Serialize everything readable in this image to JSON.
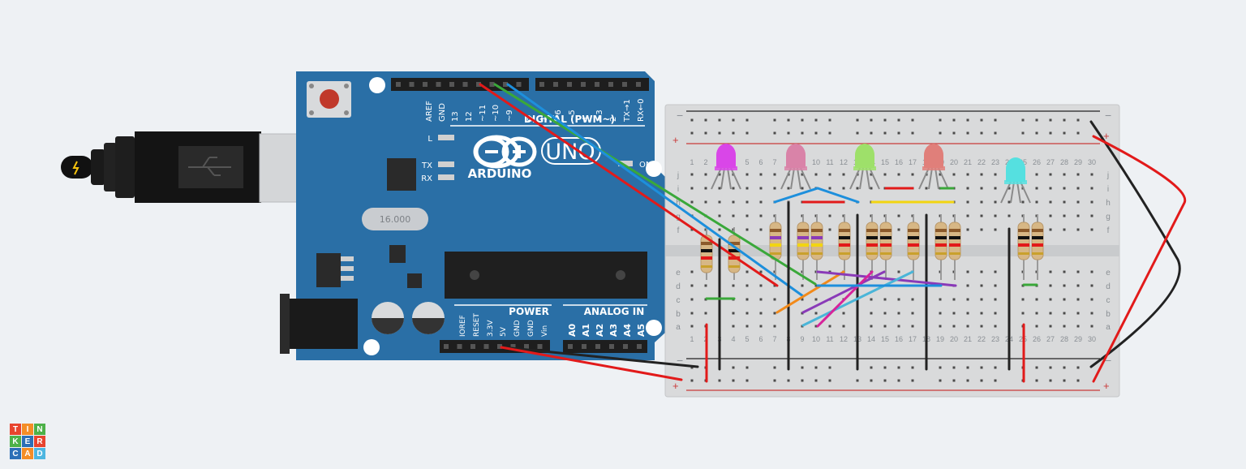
{
  "arduino": {
    "brand": "ARDUINO",
    "model": "UNO",
    "crystal": "16.000",
    "digital_header": "DIGITAL (PWM~)",
    "digital_pins": [
      "AREF",
      "GND",
      "13",
      "12",
      "~11",
      "~10",
      "~9",
      "8",
      "7",
      "~6",
      "~5",
      "4",
      "~3",
      "2",
      "TX→1",
      "RX←0"
    ],
    "led_labels": [
      "L",
      "TX",
      "RX"
    ],
    "on_label": "ON",
    "power_header": "POWER",
    "power_pins": [
      "IOREF",
      "RESET",
      "3.3V",
      "5V",
      "GND",
      "GND",
      "Vin"
    ],
    "analog_header": "ANALOG IN",
    "analog_pins": [
      "A0",
      "A1",
      "A2",
      "A3",
      "A4",
      "A5"
    ]
  },
  "breadboard": {
    "column_numbers": [
      "1",
      "2",
      "3",
      "4",
      "5",
      "6",
      "7",
      "8",
      "9",
      "10",
      "11",
      "12",
      "13",
      "14",
      "15",
      "16",
      "17",
      "18",
      "19",
      "20",
      "21",
      "22",
      "23",
      "24",
      "25",
      "26",
      "27",
      "28",
      "29",
      "30"
    ],
    "row_letters_top": [
      "f",
      "g",
      "h",
      "i",
      "j"
    ],
    "row_letters_bottom": [
      "a",
      "b",
      "c",
      "d",
      "e"
    ],
    "rail_minus": "−",
    "rail_plus": "+"
  },
  "logo": {
    "letters": [
      "T",
      "I",
      "N",
      "K",
      "E",
      "R",
      "C",
      "A",
      "D"
    ],
    "colors": [
      "#e8442e",
      "#f48d26",
      "#4db148",
      "#4db148",
      "#2c6fb7",
      "#e8442e",
      "#2c6fb7",
      "#f48d26",
      "#4db6e0"
    ]
  },
  "colors": {
    "board": "#2a6fa6",
    "wire_red": "#e21a1a",
    "wire_black": "#222222",
    "wire_green": "#3aa83a",
    "wire_blue": "#1d8fdc",
    "wire_purple": "#8a3ab8",
    "wire_yellow": "#f2d511",
    "wire_orange": "#f28a1a",
    "wire_magenta": "#d6239a",
    "led_magenta": "#d946e8",
    "led_pink": "#d983a8",
    "led_green": "#9ee06a",
    "led_salmon": "#e07f7a",
    "led_cyan": "#55e0e0"
  }
}
